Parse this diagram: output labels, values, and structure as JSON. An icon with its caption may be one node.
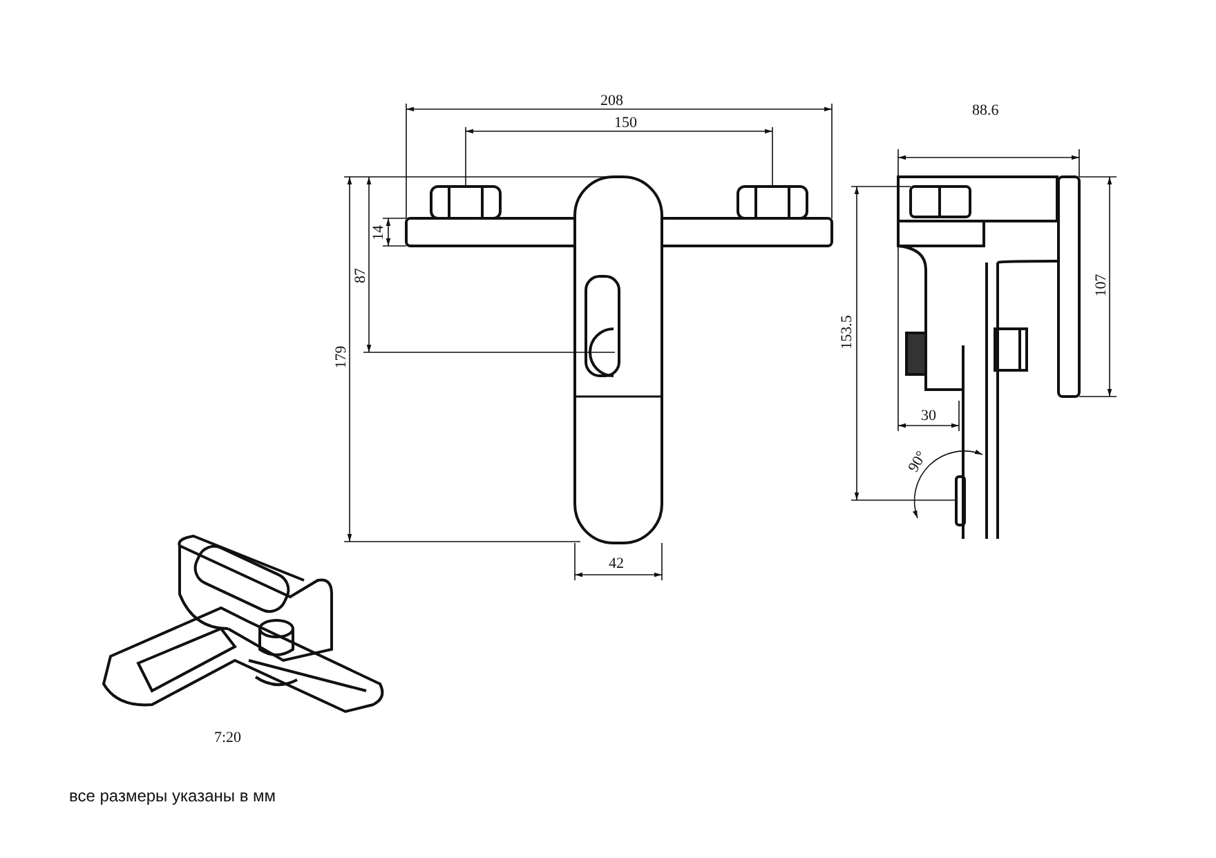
{
  "diagram": {
    "labels": [
      "208",
      "150",
      "88.6",
      "14",
      "87",
      "179",
      "153.5",
      "107",
      "30",
      "90°",
      "42",
      "7:20",
      "все размеры указаны в мм"
    ]
  }
}
